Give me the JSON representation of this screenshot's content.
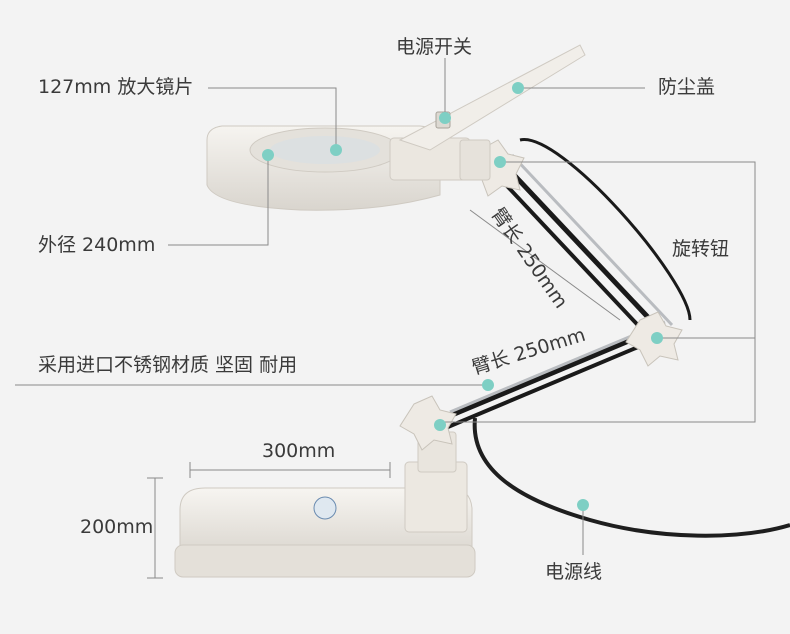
{
  "product": {
    "labels": {
      "magnifier_lens": "127mm 放大镜片",
      "power_switch": "电源开关",
      "dust_cover": "防尘盖",
      "outer_diameter": "外径 240mm",
      "rotary_knob": "旋转钮",
      "upper_arm_length": "臂长 250mm",
      "lower_arm_length": "臂长 250mm",
      "material": "采用进口不锈钢材质 坚固 耐用",
      "base_width": "300mm",
      "base_height": "200mm",
      "power_cord": "电源线"
    }
  },
  "colors": {
    "background": "#f3f3f3",
    "marker_dot": "#7ecfc4",
    "leader_line": "#8a8a8a",
    "lamp_body": "#efece6",
    "arm_metal": "#1a1a1a"
  }
}
